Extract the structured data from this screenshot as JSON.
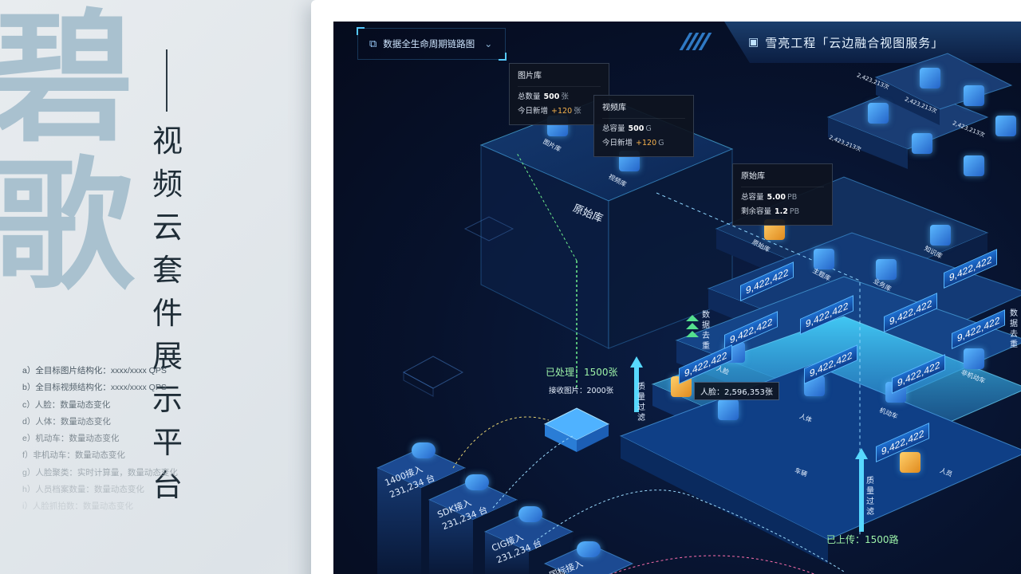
{
  "left_panel": {
    "big_chars": [
      "碧",
      "歌"
    ],
    "vertical_title": "视频云套件展示平台",
    "features": [
      {
        "text": "a）全目标图片结构化：xxxx/xxxx QPS",
        "color": "#4a5863"
      },
      {
        "text": "b）全目标视频结构化：xxxx/xxxx QPS",
        "color": "#55636d"
      },
      {
        "text": "c）人脸：数量动态变化",
        "color": "#637079"
      },
      {
        "text": "d）人体：数量动态变化",
        "color": "#717d86"
      },
      {
        "text": "e）机动车：数量动态变化",
        "color": "#808b93"
      },
      {
        "text": "f）非机动车：数量动态变化",
        "color": "#8e98a0"
      },
      {
        "text": "g）人脸聚类：实时计算量，数量动态变化",
        "color": "#a2acb3"
      },
      {
        "text": "h）人员档案数量：数量动态变化",
        "color": "#b6bec4"
      },
      {
        "text": "i）人脸抓拍数：数量动态变化",
        "color": "#c8cfd4"
      }
    ]
  },
  "dashboard": {
    "dropdown_label": "数据全生命周期链路图",
    "header_title": "雪亮工程「云边融合视图服务」",
    "tip_image_lib": {
      "title": "图片库",
      "row1_label": "总数量",
      "row1_value": "500",
      "row1_unit": "张",
      "row2_label": "今日新增",
      "row2_value": "+120",
      "row2_unit": "张"
    },
    "tip_video_lib": {
      "title": "视频库",
      "row1_label": "总容量",
      "row1_value": "500",
      "row1_unit": "G",
      "row2_label": "今日新增",
      "row2_value": "+120",
      "row2_unit": "G"
    },
    "tip_raw_lib": {
      "title": "原始库",
      "row1_label": "总容量",
      "row1_value": "5.00",
      "row1_unit": "PB",
      "row2_label": "剩余容量",
      "row2_value": "1.2",
      "row2_unit": "PB"
    },
    "raw_lib_label": "原始库",
    "processed": "已处理：1500张",
    "received": "接收图片：2000张",
    "uploaded": "已上传：1500路",
    "face_badge": "人脸：2,596,353张",
    "counts": [
      "9,422,422",
      "9,422,422",
      "9,422,422",
      "9,422,422",
      "9,422,422",
      "9,422,422",
      "9,422,422",
      "9,422,422",
      "9,422,422",
      "9,422,422"
    ],
    "stat_small": "2,423,213次",
    "cameras": [
      {
        "line1": "1400接入",
        "line2": "231,234 台"
      },
      {
        "line1": "SDK接入",
        "line2": "231,234 台"
      },
      {
        "line1": "CIG接入",
        "line2": "231,234 台"
      },
      {
        "line1": "国标接入",
        "line2": ""
      }
    ],
    "side_labels": {
      "dedup": "数据去重",
      "quality": "质量过滤",
      "dedup2": "数据去重"
    },
    "tile_labels": [
      "图片库",
      "视频库",
      "原始库",
      "主题库",
      "业务库",
      "知识库",
      "人脸",
      "人体",
      "机动车",
      "非机动车",
      "人员",
      "车辆"
    ],
    "accent_colors": {
      "cyan": "#55c8ff",
      "green": "#9cf2a8",
      "orange": "#f6b24d"
    }
  }
}
